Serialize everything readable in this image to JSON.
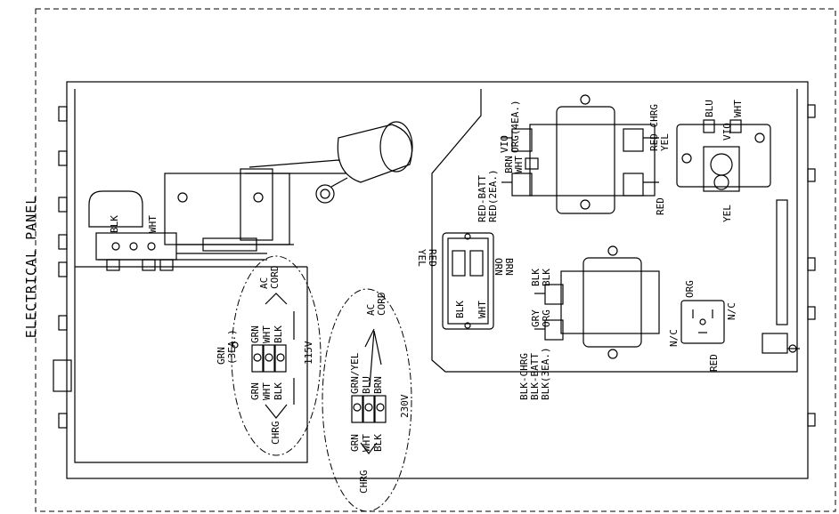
{
  "panel_title": "ELECTRICAL PANEL",
  "handle_labels": {
    "blk": "BLK",
    "wht": "WHT"
  },
  "plug_115": {
    "voltage": "115V",
    "ground": "GRN\n(3EA.)",
    "top_row": [
      "GRN",
      "GRN"
    ],
    "middle_row": [
      "WHT",
      "WHT"
    ],
    "bottom_row": [
      "BLK",
      "BLK"
    ],
    "ac_cord": "AC\nCORD",
    "chrg": "CHRG"
  },
  "plug_230": {
    "voltage": "230V",
    "top_row": [
      "GRN",
      "GRN/YEL"
    ],
    "middle_row": [
      "WHT",
      "BLU"
    ],
    "bottom_row": [
      "BLK",
      "BRN"
    ],
    "ac_cord": "AC\nCORD",
    "chrg": "CHRG"
  },
  "terminal_block": {
    "top_labels": [
      "YEL",
      "RED"
    ],
    "mid_labels": [
      "ORN",
      "BRN"
    ],
    "bottom_labels": [
      "BLK",
      "WHT"
    ]
  },
  "relay_top": {
    "left_top": [
      "VIO",
      "ORG(4EA.)"
    ],
    "left_mid": [
      "BRN",
      "WHT"
    ],
    "left_bottom": [
      "RED-BATT",
      "RED(2EA.)"
    ],
    "right_top": [
      "RED-CHRG",
      "YEL"
    ],
    "right_bottom": "RED"
  },
  "relay_bottom": {
    "top_right": [
      "BLK",
      "BLK"
    ],
    "top_left": [
      "GRY",
      "ORG"
    ],
    "bottom": [
      "BLK-CHRG",
      "BLK-BATT",
      "BLK(3EA.)"
    ]
  },
  "switch": {
    "top": [
      "BLU",
      "VIO",
      "WHT"
    ],
    "bottom": "YEL"
  },
  "receptacle": {
    "top": "ORG",
    "left": "N/C",
    "right": "N/C",
    "bottom": "RED"
  }
}
